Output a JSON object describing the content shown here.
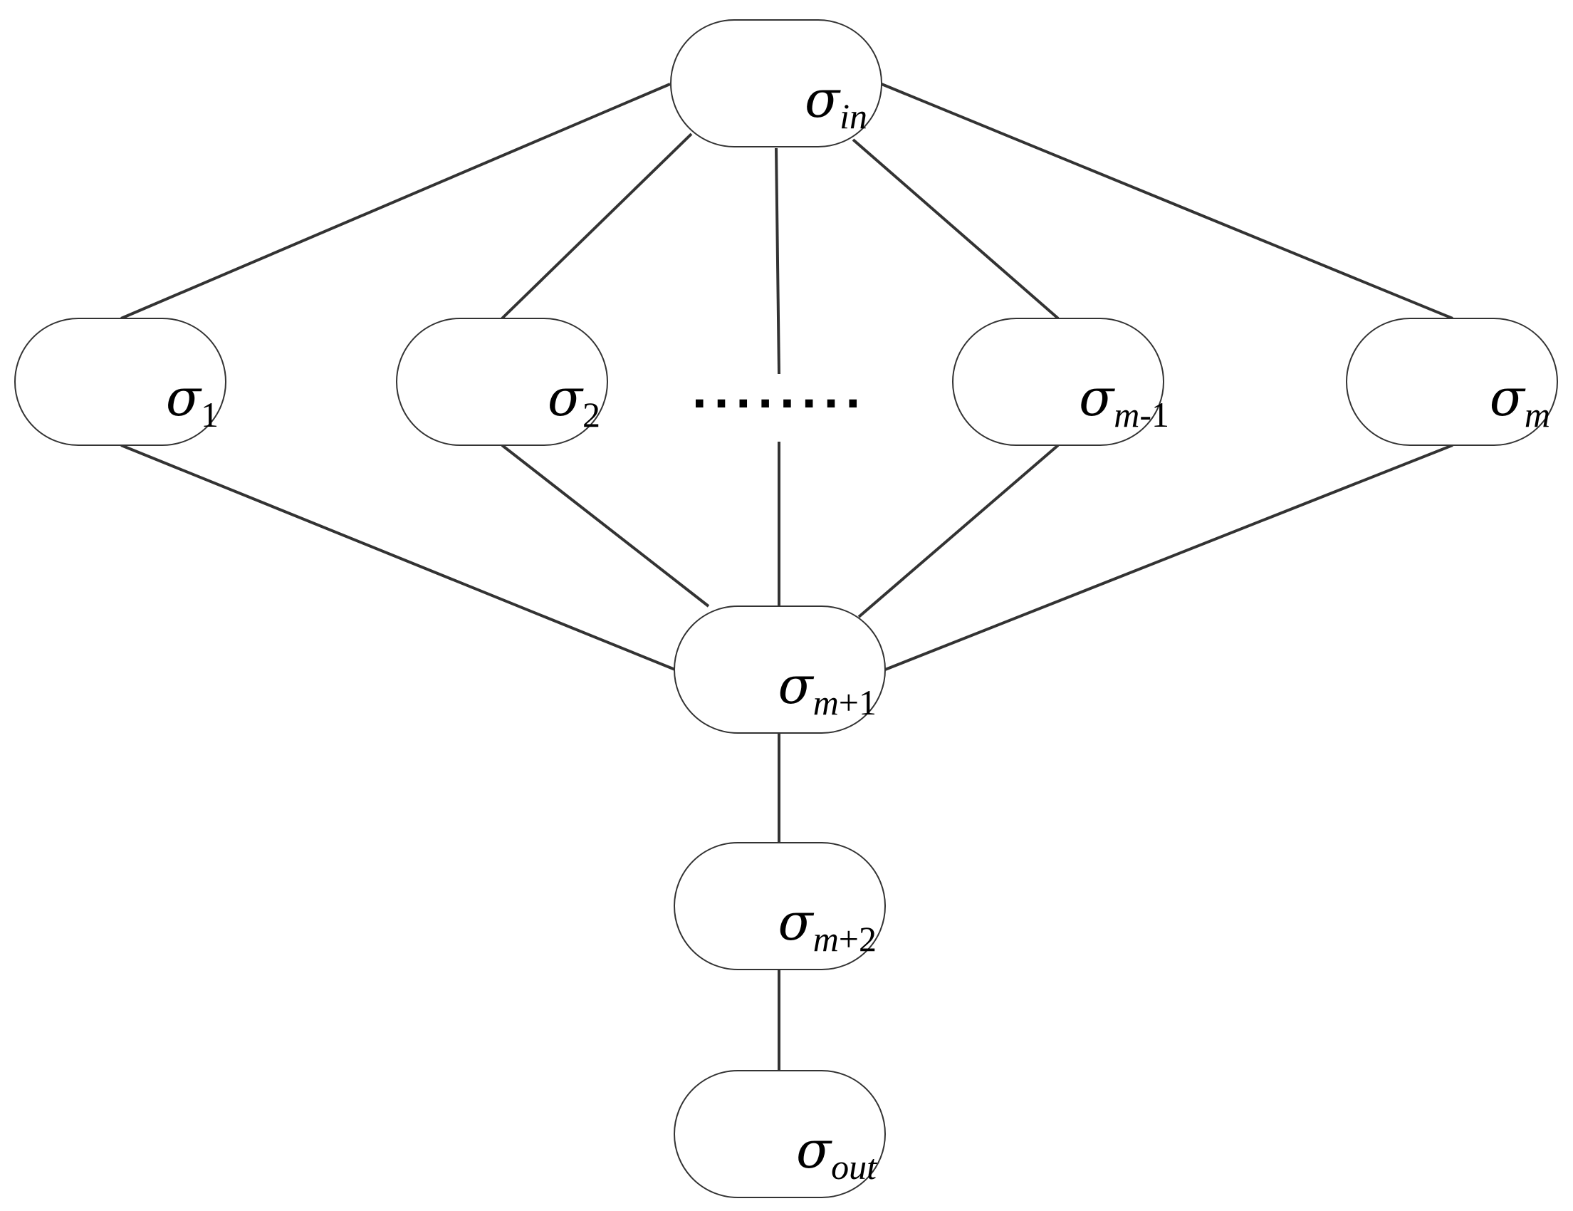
{
  "diagram": {
    "nodes": [
      {
        "id": "in",
        "symbol": "σ",
        "subscript": "in",
        "italic_sub": true
      },
      {
        "id": "1",
        "symbol": "σ",
        "subscript": "1",
        "italic_sub": false
      },
      {
        "id": "2",
        "symbol": "σ",
        "subscript": "2",
        "italic_sub": false
      },
      {
        "id": "m-1",
        "symbol": "σ",
        "subscript_parts": [
          {
            "t": "m",
            "i": true
          },
          {
            "t": "-1",
            "i": false
          }
        ]
      },
      {
        "id": "m",
        "symbol": "σ",
        "subscript": "m",
        "italic_sub": true
      },
      {
        "id": "m+1",
        "symbol": "σ",
        "subscript_parts": [
          {
            "t": "m",
            "i": true
          },
          {
            "t": "+1",
            "i": false
          }
        ]
      },
      {
        "id": "m+2",
        "symbol": "σ",
        "subscript_parts": [
          {
            "t": "m",
            "i": true
          },
          {
            "t": "+2",
            "i": false
          }
        ]
      },
      {
        "id": "out",
        "symbol": "σ",
        "subscript": "out",
        "italic_sub": true
      }
    ],
    "ellipsis": "........",
    "edges": [
      [
        "in",
        "1"
      ],
      [
        "in",
        "2"
      ],
      [
        "in",
        "dots"
      ],
      [
        "in",
        "m-1"
      ],
      [
        "in",
        "m"
      ],
      [
        "1",
        "m+1"
      ],
      [
        "2",
        "m+1"
      ],
      [
        "dots",
        "m+1"
      ],
      [
        "m-1",
        "m+1"
      ],
      [
        "m",
        "m+1"
      ],
      [
        "m+1",
        "m+2"
      ],
      [
        "m+2",
        "out"
      ]
    ]
  }
}
